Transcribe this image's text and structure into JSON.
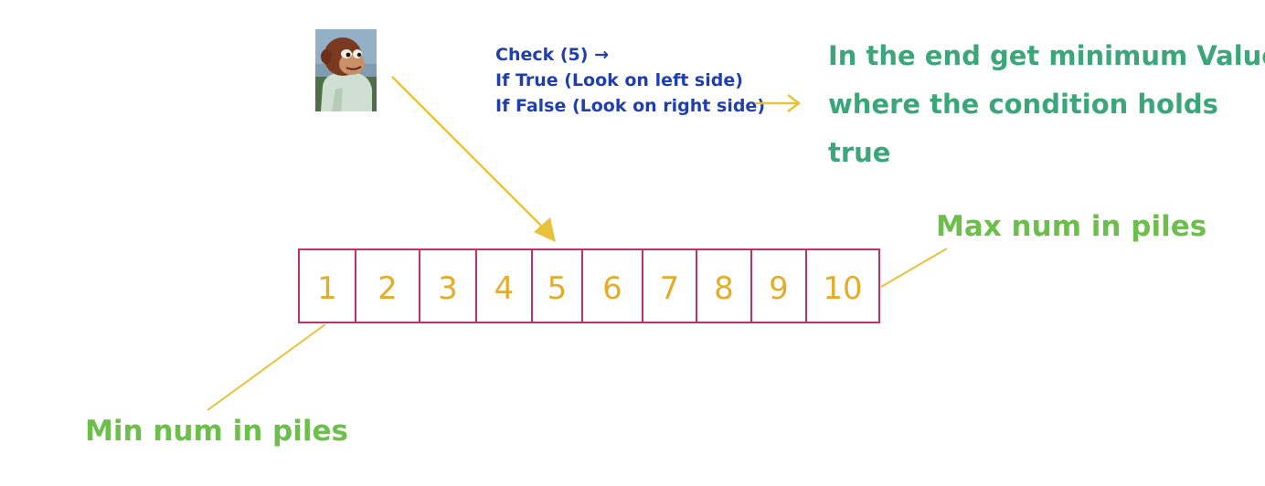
{
  "note": {
    "lines": [
      "Check (5) →",
      "If True (Look on left side)",
      "If False (Look on right side)"
    ],
    "color": "#1f3fae"
  },
  "conclusion": {
    "lines": [
      "In the end get minimum Value",
      "where the condition holds",
      "true"
    ],
    "color": "#3aa67a"
  },
  "labels": {
    "max": "Max num in piles",
    "min": "Min num in piles",
    "color": "#6cbf4a"
  },
  "array": {
    "cells": [
      "1",
      "2",
      "3",
      "4",
      "5",
      "6",
      "7",
      "8",
      "9",
      "10"
    ],
    "border_color": "#c2306a",
    "text_color": "#e2ad2a"
  },
  "arrow_color": "#e8c23a",
  "image": {
    "icon": "monkey-puppet-meme-icon"
  }
}
